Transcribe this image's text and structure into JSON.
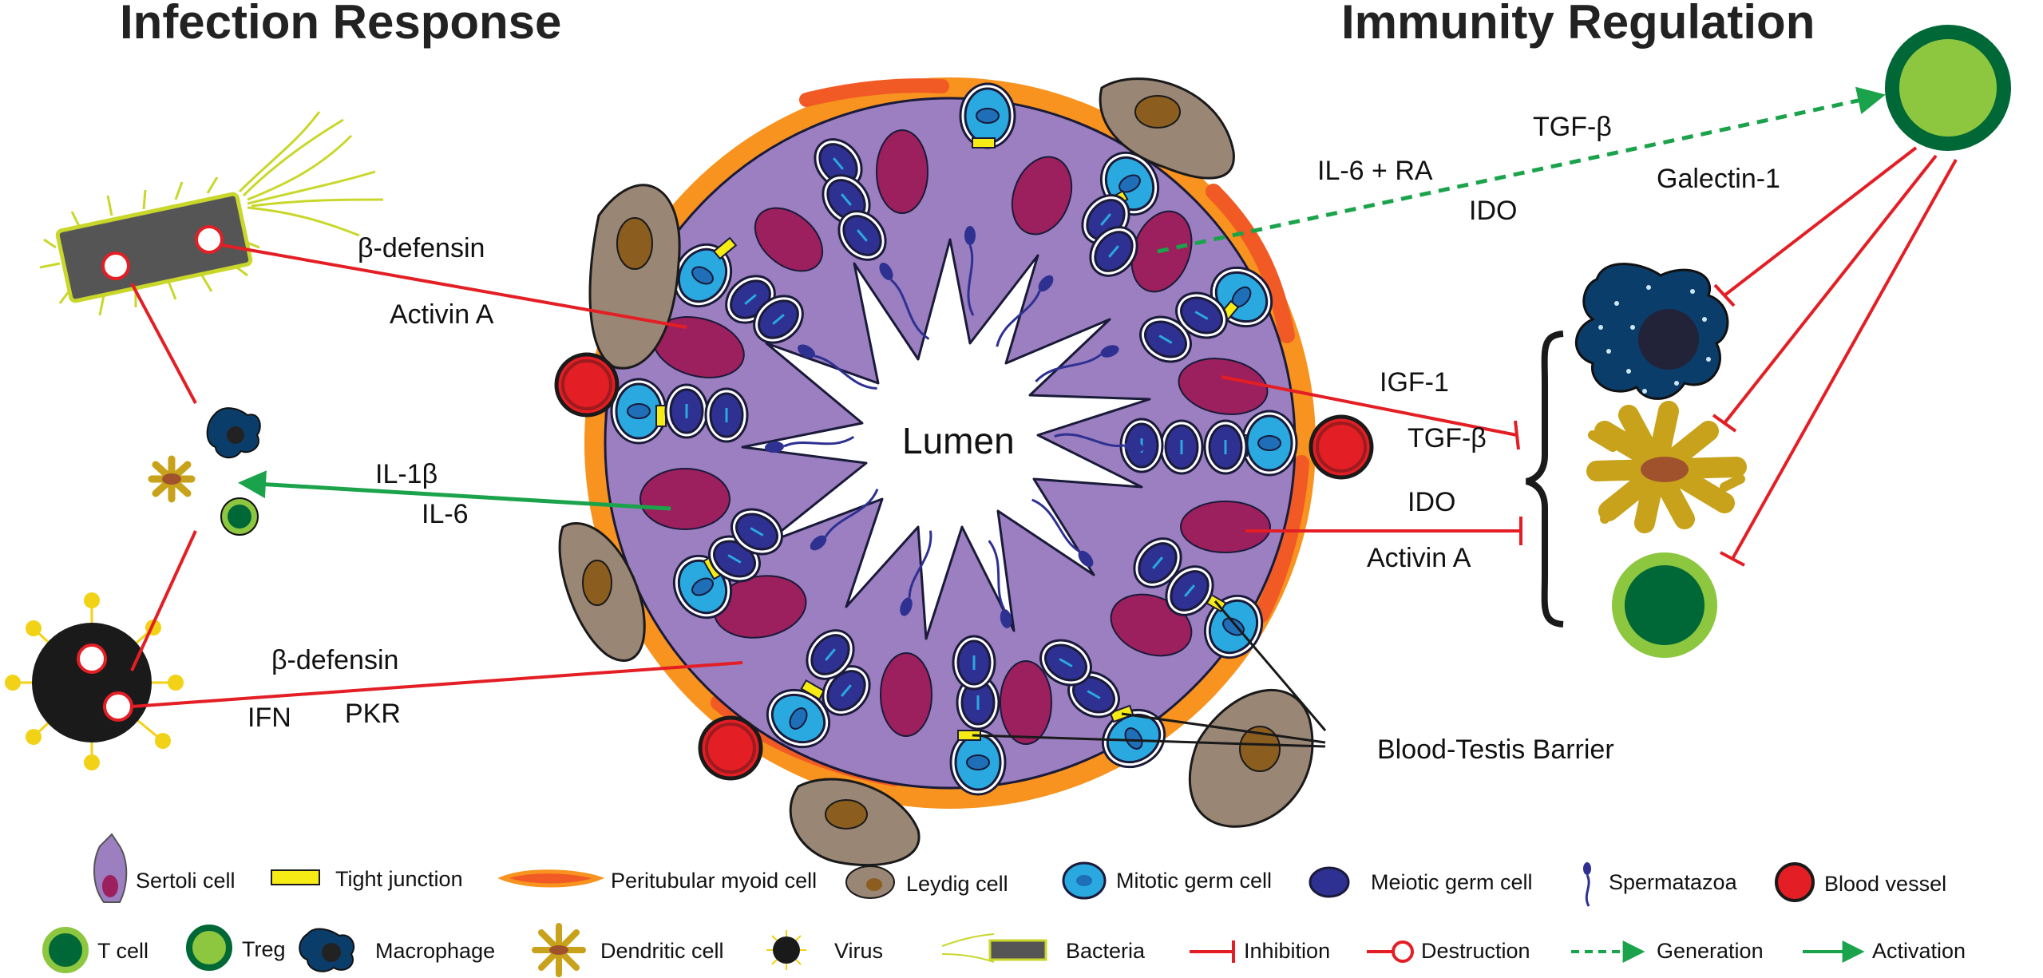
{
  "titles": {
    "left": "Infection Response",
    "right": "Immunity Regulation"
  },
  "center": {
    "lumen": "Lumen"
  },
  "factors": {
    "bacteria_1": "β-defensin",
    "bacteria_2": "Activin A",
    "activation_1": "IL-1β",
    "activation_2": "IL-6",
    "virus_1": "β-defensin",
    "virus_2": "IFN",
    "virus_3": "PKR",
    "treg_1": "TGF-β",
    "treg_2": "IL-6 + RA",
    "treg_3": "Galectin-1",
    "treg_4": "IDO",
    "inhib_1": "IGF-1",
    "inhib_2": "TGF-β",
    "inhib_3": "IDO",
    "inhib_4": "Activin A",
    "btb": "Blood-Testis Barrier"
  },
  "legend": {
    "sertoli": "Sertoli cell",
    "tight": "Tight junction",
    "myoid": "Peritubular myoid cell",
    "leydig": "Leydig cell",
    "mitotic": "Mitotic germ cell",
    "meiotic": "Meiotic germ cell",
    "sperm": "Spermatazoa",
    "vessel": "Blood vessel",
    "tcell": "T cell",
    "treg": "Treg",
    "macrophage": "Macrophage",
    "dendritic": "Dendritic cell",
    "virus": "Virus",
    "bacteria": "Bacteria",
    "inhibition": "Inhibition",
    "destruction": "Destruction",
    "generation": "Generation",
    "activation": "Activation"
  },
  "colors": {
    "inhibition": "#e31e24",
    "activation": "#1aa34a",
    "tubule": "#9b7fc0",
    "sertoli_nucleus": "#9c1f5e",
    "mitotic": "#29a9e0",
    "meiotic": "#2e3192",
    "myoid": "#f7931e",
    "leydig": "#998675",
    "treg": "#8dc63f",
    "tcell": "#006837"
  }
}
